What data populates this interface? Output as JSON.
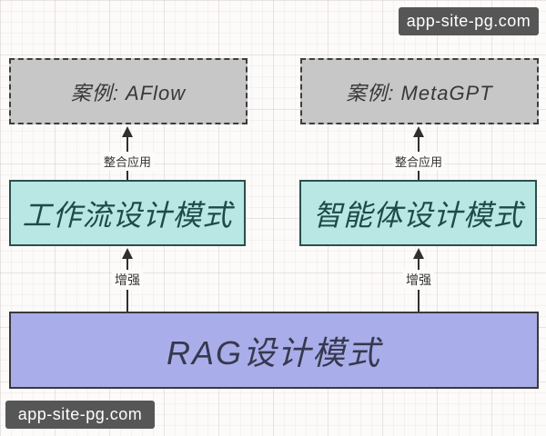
{
  "watermark": {
    "text": "app-site-pg.com",
    "background": "#565656",
    "text_color": "#ffffff"
  },
  "diagram": {
    "nodes": {
      "case_aflow": {
        "label": "案例: AFlow"
      },
      "case_metagpt": {
        "label": "案例: MetaGPT"
      },
      "workflow_pattern": {
        "label": "工作流设计模式"
      },
      "agent_pattern": {
        "label": "智能体设计模式"
      },
      "rag_pattern": {
        "label": "RAG设计模式"
      }
    },
    "edges": {
      "integrate_label": "整合应用",
      "enhance_label": "增强"
    },
    "colors": {
      "case_fill": "#c7c7c7",
      "case_border": "#3d3d3d",
      "pattern_fill": "#b8e7e4",
      "pattern_border": "#2b4f4c",
      "pattern_text": "#1d4b49",
      "rag_fill": "#a9aeea",
      "rag_border": "#3a3a3a",
      "arrow": "#2f2f2f",
      "grid_background": "#fcfbfa"
    }
  }
}
